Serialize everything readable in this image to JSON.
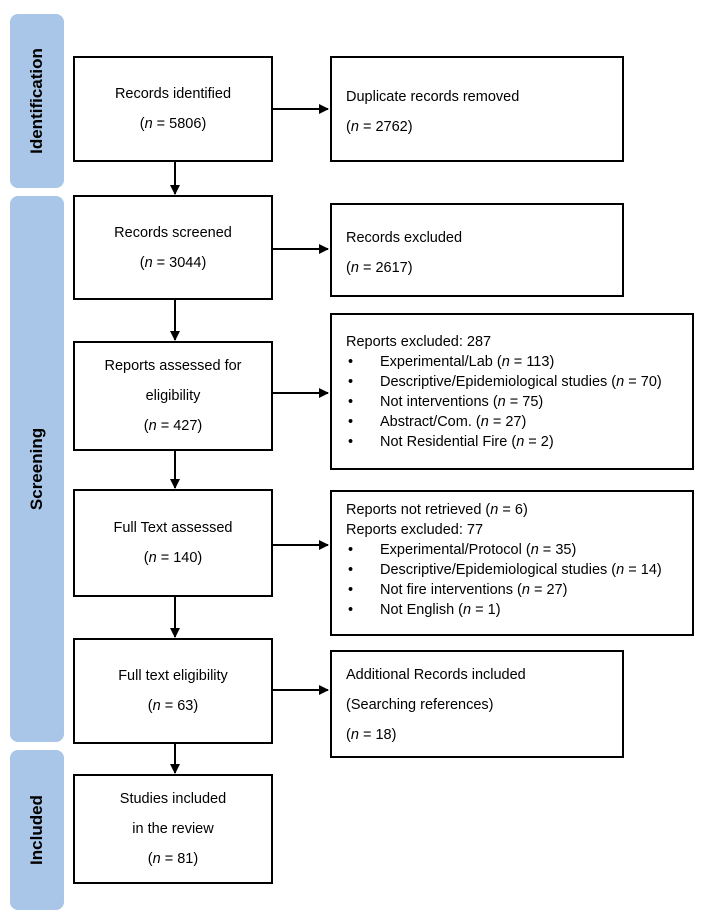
{
  "phases": {
    "identification": "Identification",
    "screening": "Screening",
    "included": "Included"
  },
  "n_symbol": "n",
  "left_boxes": {
    "identified": {
      "lines": [
        "Records identified"
      ],
      "count": "5806"
    },
    "screened": {
      "lines": [
        "Records screened"
      ],
      "count": "3044"
    },
    "assessed": {
      "lines": [
        "Reports assessed for",
        "eligibility"
      ],
      "count": "427"
    },
    "fulltext": {
      "lines": [
        "Full Text assessed"
      ],
      "count": "140"
    },
    "eligibility": {
      "lines": [
        "Full text eligibility"
      ],
      "count": "63"
    },
    "included": {
      "lines": [
        "Studies included",
        "in the review"
      ],
      "count": "81"
    }
  },
  "right_boxes": {
    "duplicates": {
      "title": "Duplicate records removed",
      "count": "2762"
    },
    "excluded_records": {
      "title": "Records excluded",
      "count": "2617"
    },
    "excluded_reports": {
      "title": "Reports excluded: 287",
      "items": [
        {
          "label": "Experimental/Lab",
          "count": "113"
        },
        {
          "label": "Descriptive/Epidemiological studies",
          "count": "70"
        },
        {
          "label": "Not interventions",
          "count": "75"
        },
        {
          "label": "Abstract/Com.",
          "count": "27"
        },
        {
          "label": "Not Residential Fire",
          "count": "2"
        }
      ]
    },
    "not_retrieved": {
      "title1_label": "Reports not retrieved",
      "title1_count": "6",
      "title2": "Reports excluded: 77",
      "items": [
        {
          "label": "Experimental/Protocol",
          "count": "35"
        },
        {
          "label": "Descriptive/Epidemiological studies",
          "count": "14"
        },
        {
          "label": "Not fire interventions",
          "count": "27"
        },
        {
          "label": "Not English",
          "count": "1"
        }
      ]
    },
    "additional": {
      "lines": [
        "Additional Records included",
        "(Searching references)"
      ],
      "count": "18"
    }
  }
}
